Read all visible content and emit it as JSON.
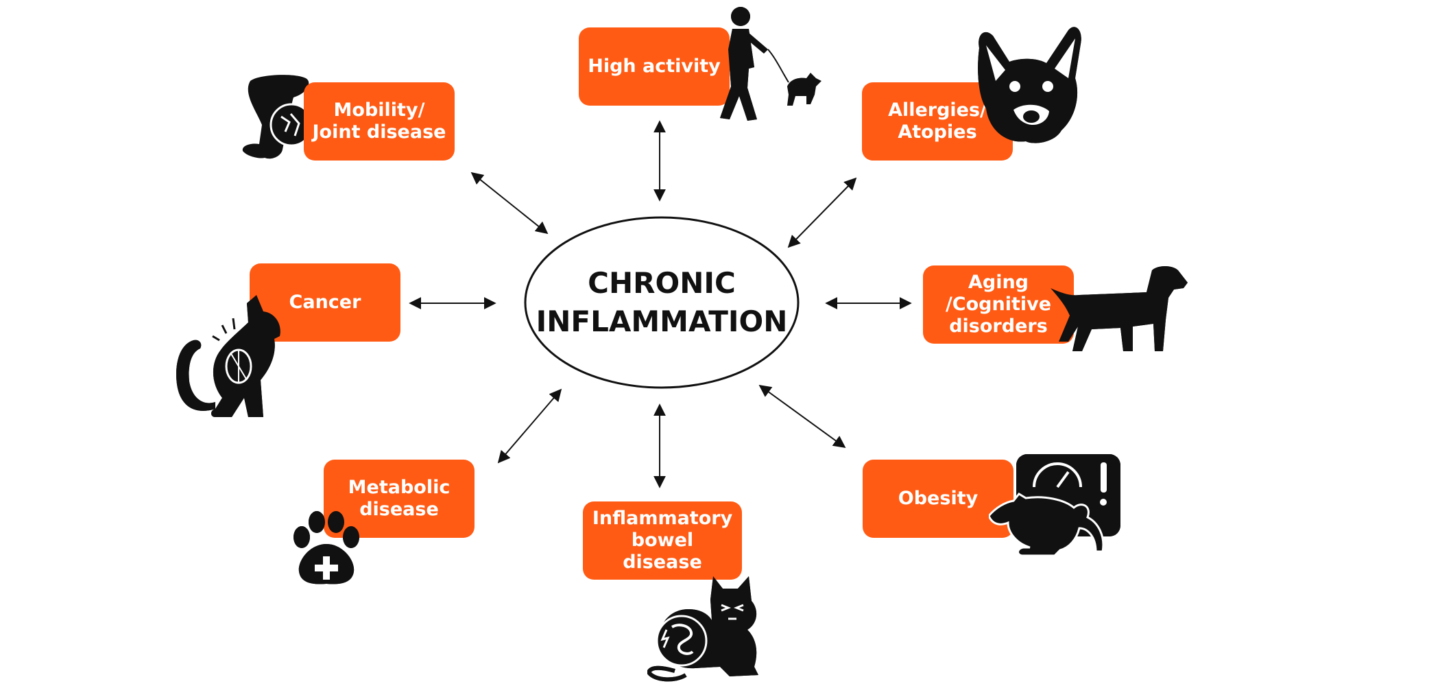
{
  "center": {
    "label": "CHRONIC\nINFLAMMATION"
  },
  "nodes": {
    "mobility": "Mobility/\nJoint disease",
    "high_activity": "High activity",
    "allergies": "Allergies/\nAtopies",
    "cancer": "Cancer",
    "aging": "Aging\n/Cognitive\ndisorders",
    "metabolic": "Metabolic\ndisease",
    "ibd": "Inflammatory\nbowel disease",
    "obesity": "Obesity"
  },
  "icons": {
    "mobility": "dog-leg-joint-icon",
    "high_activity": "person-walking-dog-icon",
    "allergies": "chihuahua-head-icon",
    "cancer": "cat-with-tumor-icon",
    "aging": "old-dog-icon",
    "metabolic": "paw-plus-icon",
    "ibd": "sick-cat-bowel-icon",
    "obesity": "dog-on-scale-icon"
  },
  "colors": {
    "node_fill": "#FF5B14",
    "node_text": "#FFFFFF",
    "ink": "#111111"
  }
}
